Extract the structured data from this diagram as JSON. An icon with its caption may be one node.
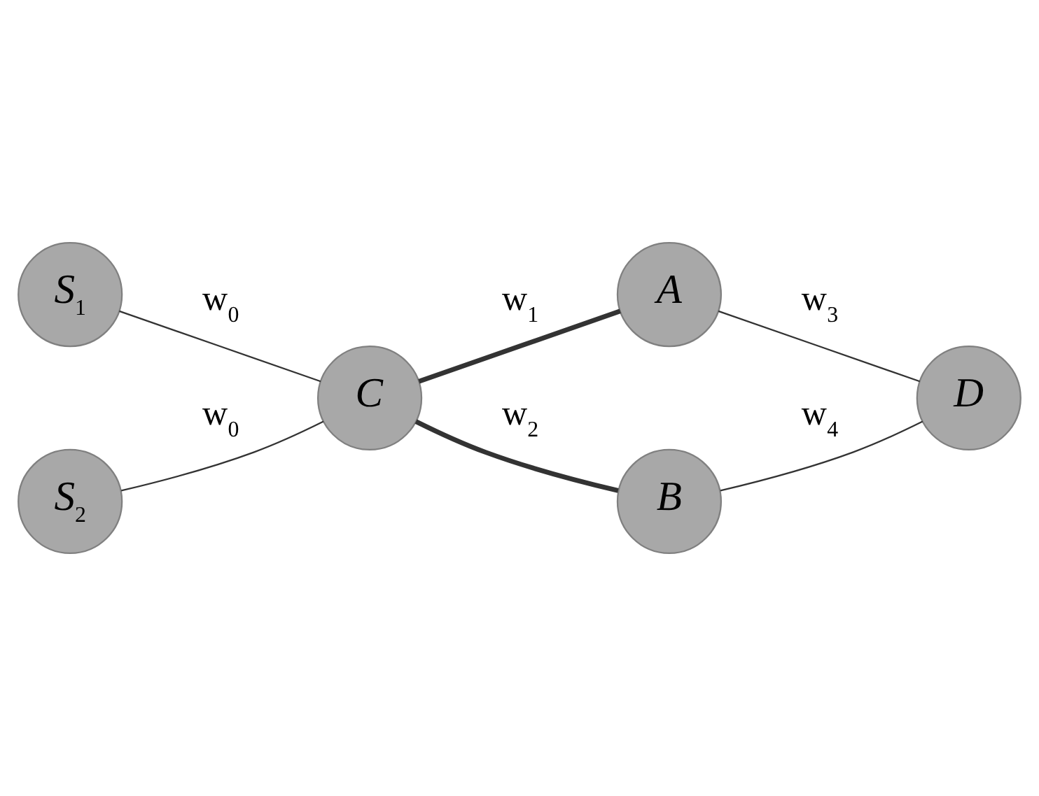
{
  "diagram": {
    "nodes": [
      {
        "text": [
          "S$_{1}$"
        ]
      },
      {
        "text": [
          "S$_{2}$"
        ]
      },
      {
        "text": [
          "C"
        ]
      },
      {
        "text": [
          "A"
        ]
      },
      {
        "text": [
          "B"
        ]
      },
      {
        "text": [
          "D"
        ]
      }
    ],
    "edges": [
      {
        "from": 0,
        "to": 2,
        "arrow": "none",
        "label": "w$_{0}$"
      },
      {
        "from": 1,
        "to": 2,
        "arrow": "none",
        "label": "w$_{0}$"
      },
      {
        "from": 2,
        "to": 3,
        "arrow": "none",
        "label": "w$_{1}$",
        "style": "thick"
      },
      {
        "from": 2,
        "to": 4,
        "arrow": "none",
        "label": "w$_{2}$",
        "style": "thick"
      },
      {
        "from": 3,
        "to": 5,
        "arrow": "none",
        "label": "w$_{3}$"
      },
      {
        "from": 4,
        "to": 5,
        "arrow": "none",
        "label": "w$_{4}$"
      }
    ]
  }
}
